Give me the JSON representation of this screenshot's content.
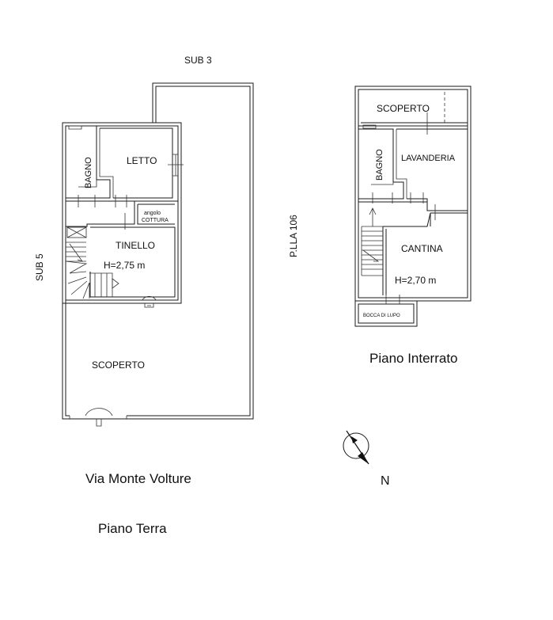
{
  "labels": {
    "sub3": "SUB 3",
    "sub5": "SUB 5",
    "plla": "P.LLA 106",
    "street": "Via Monte Volture",
    "floor_ground": "Piano Terra",
    "floor_basement": "Piano Interrato",
    "north": "N"
  },
  "ground": {
    "bagno": "BAGNO",
    "letto": "LETTO",
    "angolo1": "angolo",
    "angolo2": "COTTURA",
    "tinello": "TINELLO",
    "height": "H=2,75 m",
    "scoperto": "SCOPERTO"
  },
  "basement": {
    "scoperto": "SCOPERTO",
    "bagno": "BAGNO",
    "lavanderia": "LAVANDERIA",
    "cantina": "CANTINA",
    "height": "H=2,70 m",
    "bocca": "BOCCA DI LUPO"
  }
}
